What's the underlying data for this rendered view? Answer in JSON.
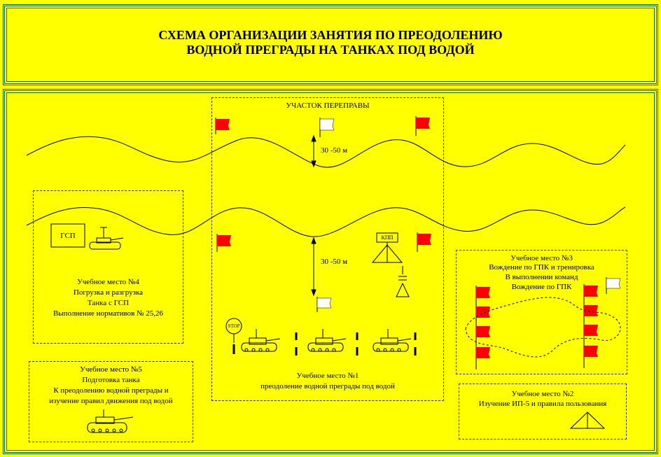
{
  "title": {
    "line1": "СХЕМА ОРГАНИЗАЦИИ ЗАНЯТИЯ ПО ПРЕОДОЛЕНИЮ",
    "line2": "ВОДНОЙ ПРЕГРАДЫ НА ТАНКАХ ПОД ВОДОЙ"
  },
  "crossing": {
    "label": "УЧАСТОК ПЕРЕПРАВЫ",
    "dist_top": "30 -50 м",
    "dist_bottom": "30 -50 м",
    "kpp": "КПП",
    "stop": "STOP",
    "place_title": "Учебное место №1",
    "place_desc": "преодоление водной преграды под водой"
  },
  "place4": {
    "gsp": "ГСП",
    "title": "Учебное место №4",
    "line1": "Погрузка и разгрузка",
    "line2": "Танка с ГСП",
    "line3": "Выполнение нормативов № 25,26"
  },
  "place5": {
    "title": "Учебное место №5",
    "line1": "Подготовка танка",
    "line2": "К преодолению водной преграды и",
    "line3": "изучение правил движения под водой"
  },
  "place3": {
    "title": "Учебное место №3",
    "line1": "Вождение по ГПК и тренировка",
    "line2": "В выполнении команд",
    "line3": "Вождение по ГПК"
  },
  "place2": {
    "title": "Учебное место №2",
    "line1": "Изучение ИП-5 и правила пользования"
  },
  "colors": {
    "background": "#ffff00",
    "frame": "#0a6a2a",
    "flag_red": "#ff0000",
    "flag_white": "#ffffff"
  }
}
